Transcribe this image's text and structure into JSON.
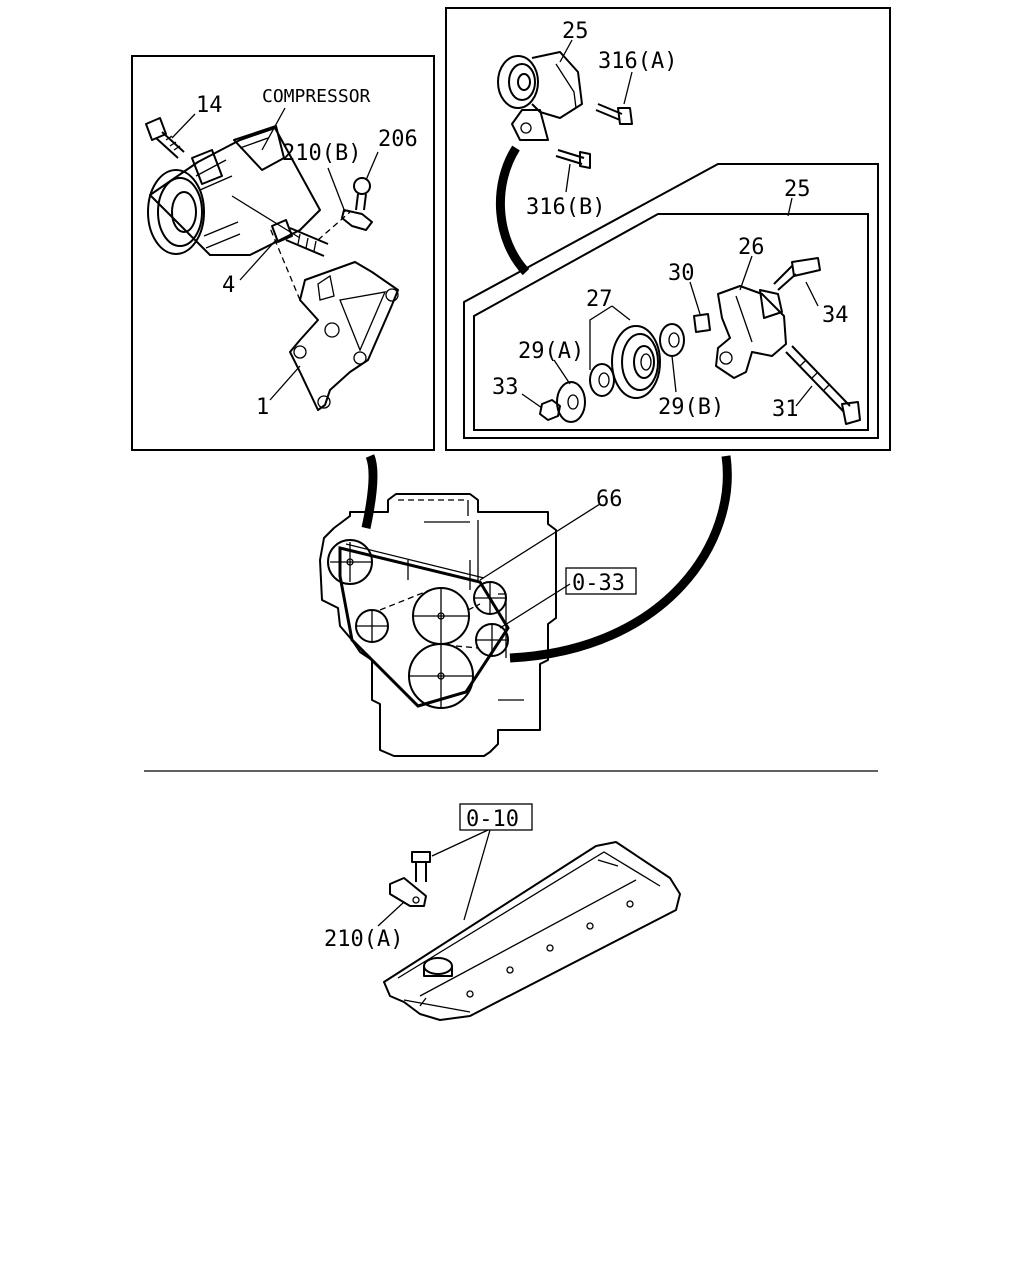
{
  "callouts": {
    "compressor": "COMPRESSOR",
    "p14": "14",
    "p210b": "210(B)",
    "p206": "206",
    "p4": "4",
    "p1": "1",
    "p25_top": "25",
    "p316a": "316(A)",
    "p316b": "316(B)",
    "p25_group": "25",
    "p26": "26",
    "p30": "30",
    "p27": "27",
    "p34": "34",
    "p29a": "29(A)",
    "p33": "33",
    "p29b": "29(B)",
    "p31": "31",
    "p66": "66",
    "ref_033": "0-33",
    "ref_010": "0-10",
    "p210a": "210(A)"
  }
}
